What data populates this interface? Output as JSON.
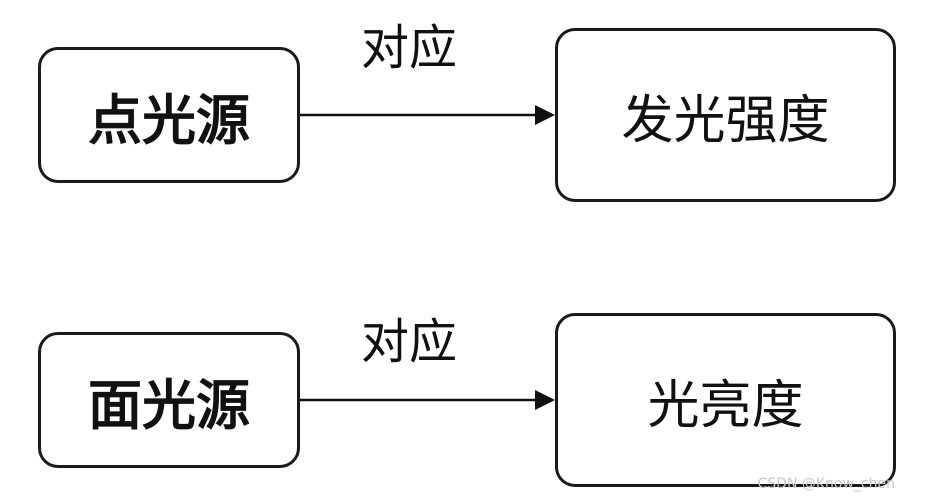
{
  "diagram": {
    "rows": [
      {
        "source": "点光源",
        "relation": "对应",
        "target": "发光强度"
      },
      {
        "source": "面光源",
        "relation": "对应",
        "target": "光亮度"
      }
    ]
  },
  "watermark": "CSDN @Know_chen"
}
